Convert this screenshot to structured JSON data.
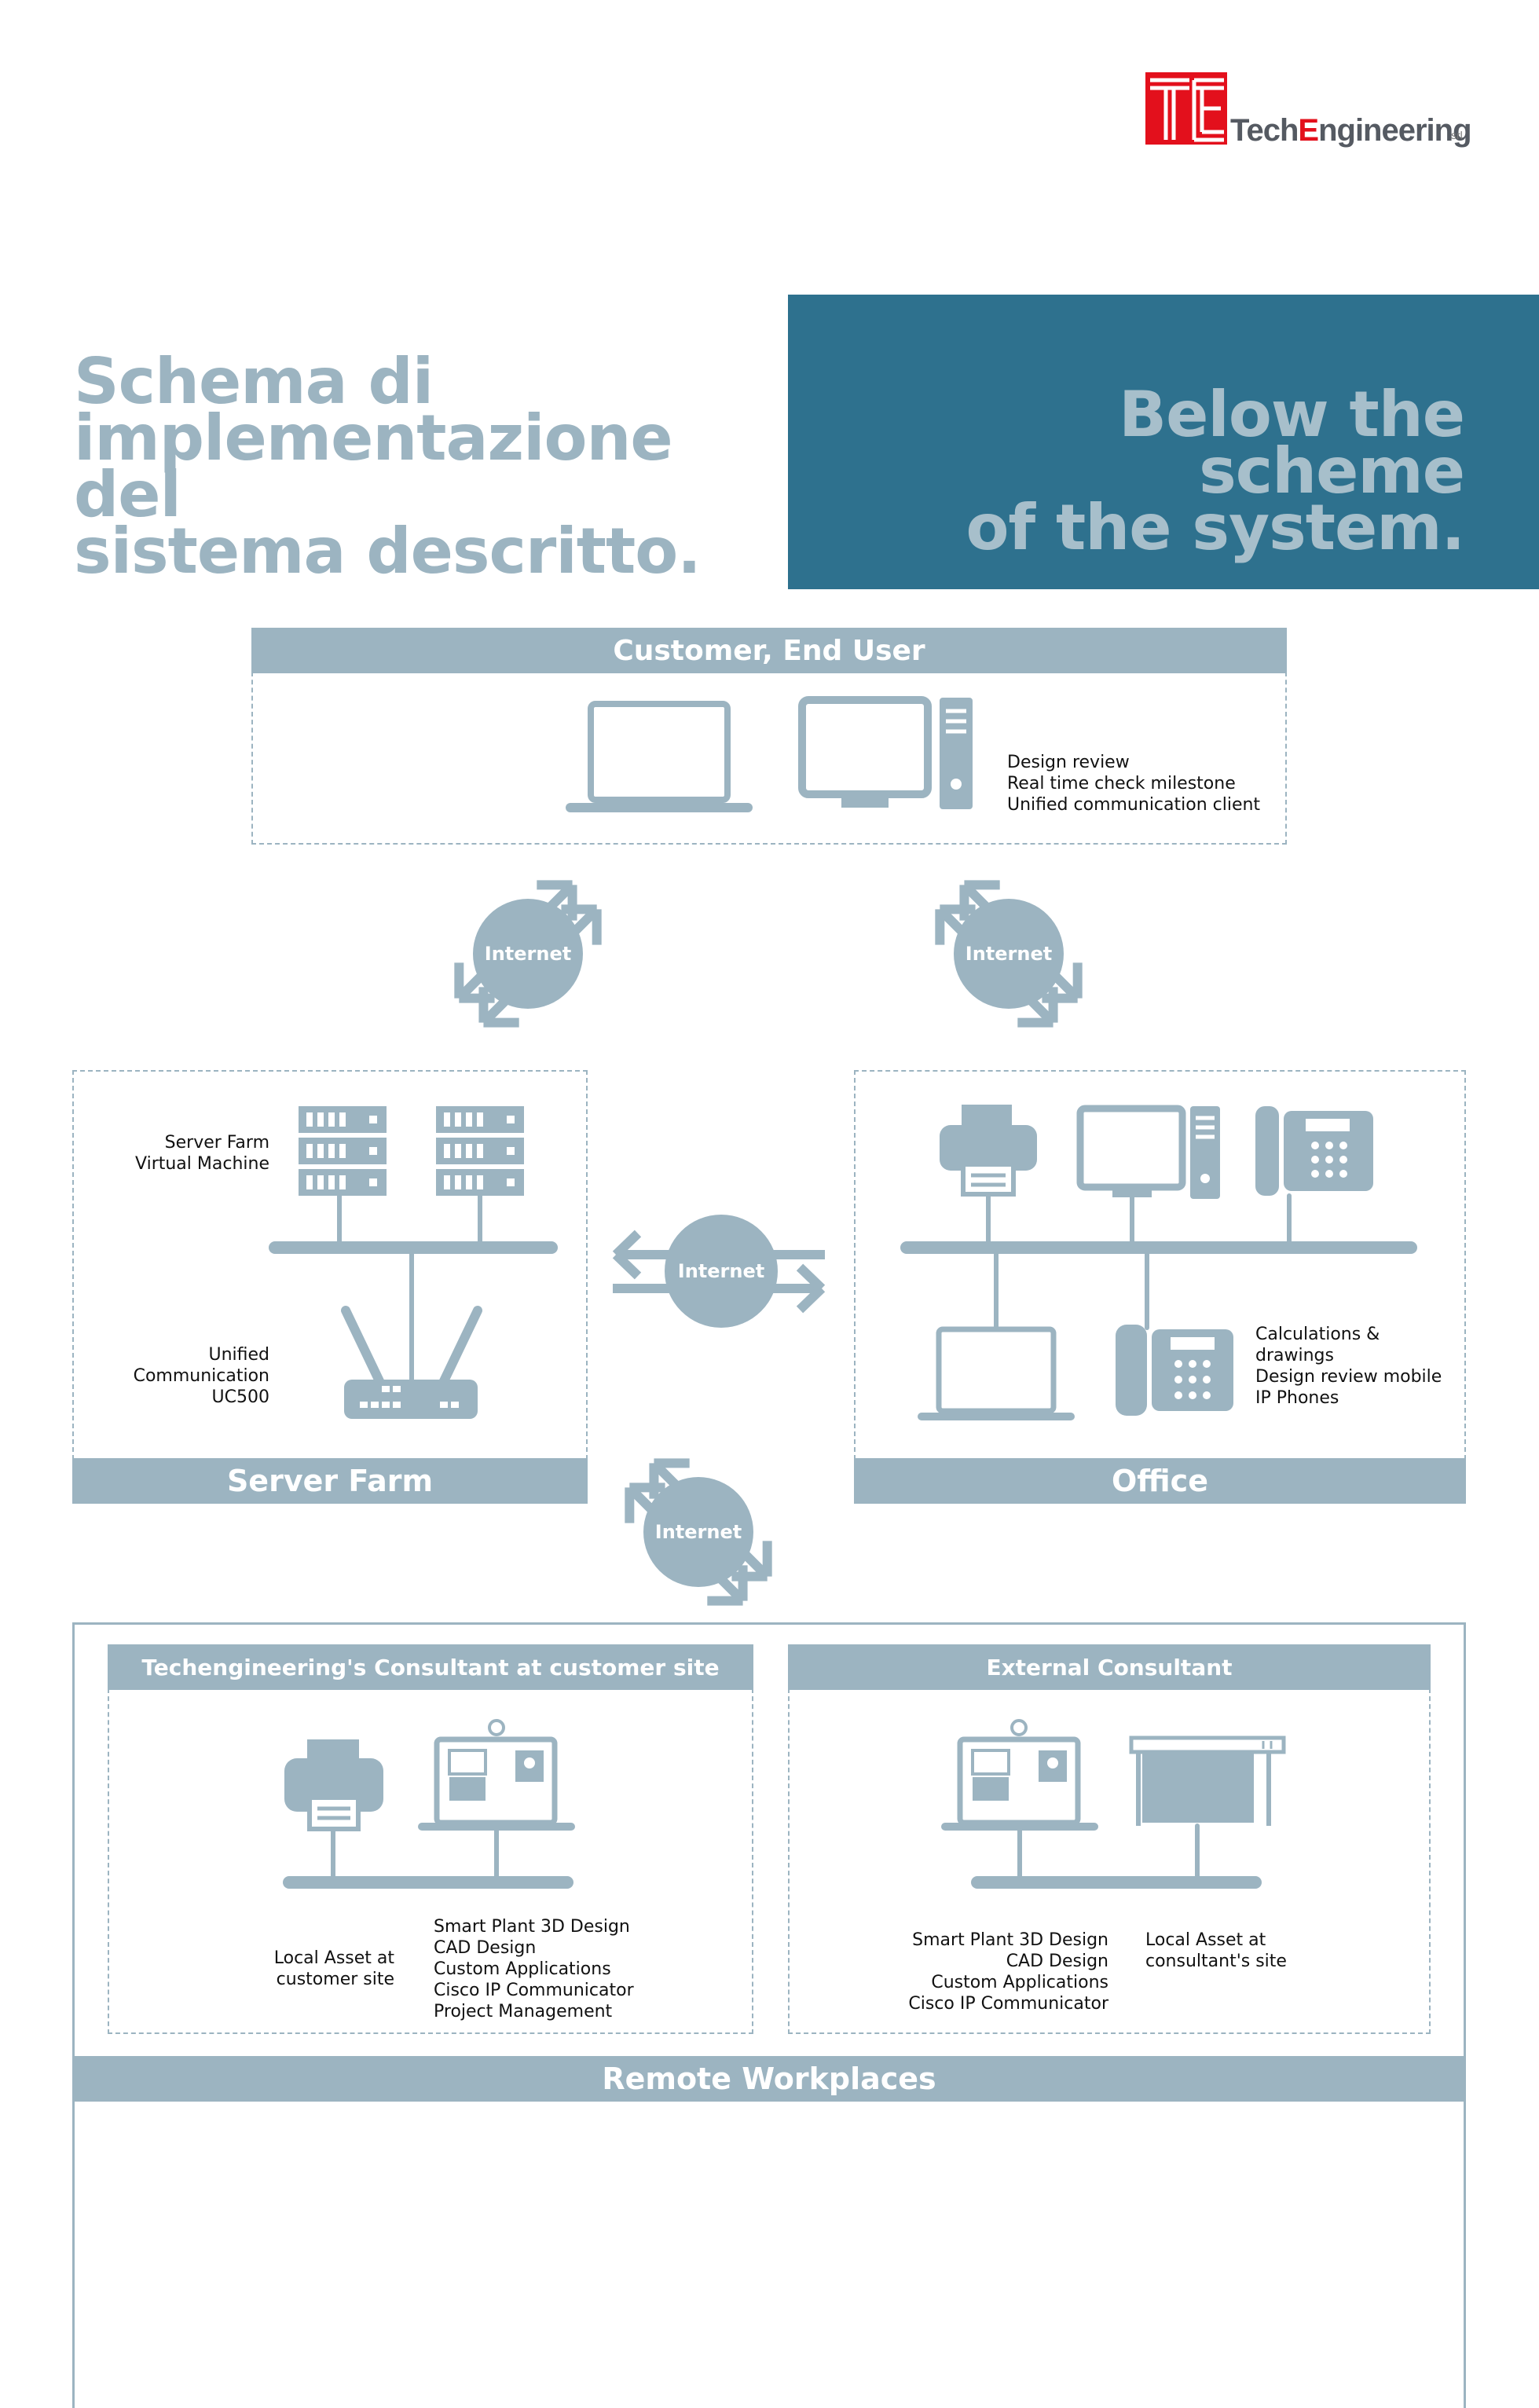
{
  "logo": {
    "text_tech": "Tech",
    "text_e": "E",
    "text_rest": "ngineering",
    "suffix": "srl"
  },
  "title_it": {
    "line1": "Schema di",
    "line2": "implementazione del",
    "line3": "sistema descritto."
  },
  "title_en": {
    "line1": "Below the scheme",
    "line2": "of the system."
  },
  "customer": {
    "title": "Customer, End User",
    "notes": [
      "Design review",
      "Real time check milestone",
      "Unified communication client"
    ]
  },
  "internet_label": "Internet",
  "server_farm": {
    "title": "Server Farm",
    "note_top": [
      "Server Farm",
      "Virtual Machine"
    ],
    "note_bottom": [
      "Unified",
      "Communication",
      "UC500"
    ]
  },
  "office": {
    "title": "Office",
    "notes": [
      "Calculations &",
      "drawings",
      "Design review mobile",
      "IP Phones"
    ]
  },
  "remote": {
    "title": "Remote Workplaces",
    "consultant_site": {
      "title": "Techengineering's Consultant at customer site",
      "note_left": [
        "Local Asset at",
        "customer site"
      ],
      "note_right": [
        "Smart Plant 3D Design",
        "CAD Design",
        "Custom Applications",
        "Cisco IP Communicator",
        "Project Management"
      ]
    },
    "external": {
      "title": "External Consultant",
      "note_left": [
        "Smart Plant 3D Design",
        "CAD Design",
        "Custom Applications",
        "Cisco IP Communicator"
      ],
      "note_right": [
        "Local Asset at",
        "consultant's site"
      ]
    }
  },
  "colors": {
    "accent": "#9cb4c1",
    "panel": "#2e718e",
    "logo_red": "#e3101c"
  }
}
